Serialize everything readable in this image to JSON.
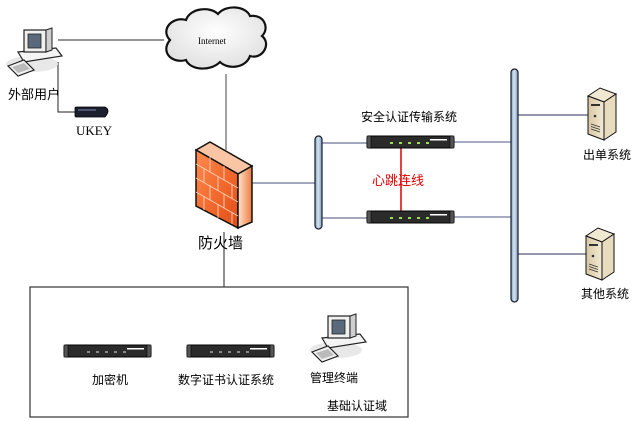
{
  "nodes": {
    "external_user": {
      "label": "外部用户"
    },
    "ukey": {
      "label": "UKEY"
    },
    "internet": {
      "label": "Internet"
    },
    "firewall": {
      "label": "防火墙"
    },
    "secure_auth_transfer": {
      "label": "安全认证传输系统"
    },
    "heartbeat": {
      "label": "心跳连线"
    },
    "billing_system": {
      "label": "出单系统"
    },
    "other_system": {
      "label": "其他系统"
    },
    "encryptor": {
      "label": "加密机"
    },
    "ca_system": {
      "label": "数字证书认证系统"
    },
    "mgmt_terminal": {
      "label": "管理终端"
    },
    "domain": {
      "label": "基础认证域"
    }
  },
  "colors": {
    "heartbeat": "#e00000",
    "bus_fill": "#a9c4de",
    "firewall": "#f26a2e",
    "link": "#4a4f7a"
  }
}
